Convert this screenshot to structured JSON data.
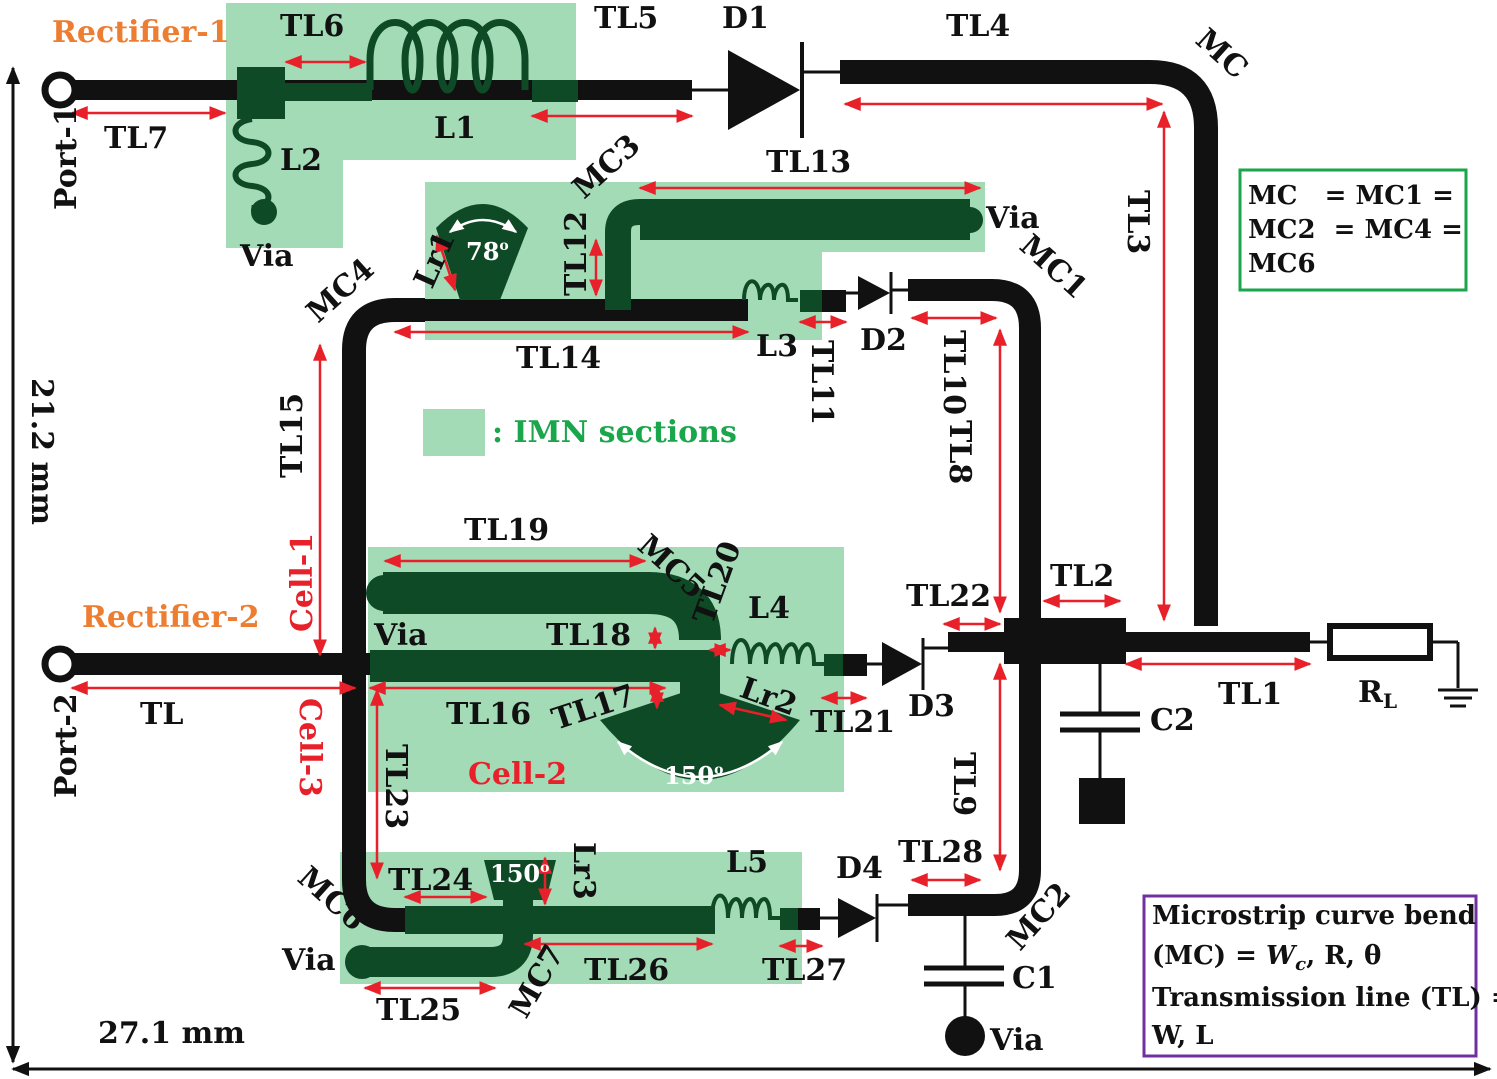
{
  "rectifiers": {
    "r1": "Rectifier-1",
    "r2": "Rectifier-2"
  },
  "ports": {
    "p1": "Port-1",
    "p2": "Port-2"
  },
  "dimensions": {
    "height": "21.2 mm",
    "width": "27.1 mm"
  },
  "legend": {
    "imn": ": IMN sections"
  },
  "equality_box": {
    "line1": "MC   = MC1 =",
    "line2": "MC2  = MC4 =",
    "line3": "MC6"
  },
  "def_box": {
    "line1": "Microstrip curve bend",
    "line2_a": "(MC) = ",
    "line2_b": "W",
    "line2_c": "c",
    "line2_d": ", R, θ",
    "line3": "Transmission line (TL) =",
    "line4": "W, L"
  },
  "cells": {
    "c1": "Cell-1",
    "c2": "Cell-2",
    "c3": "Cell-3"
  },
  "angles": {
    "a78": "78",
    "a150_cell2": "150",
    "a150_cell3": "150",
    "deg": "o"
  },
  "labels": {
    "TL1": "TL1",
    "TL2": "TL2",
    "TL3": "TL3",
    "TL4": "TL4",
    "TL5": "TL5",
    "TL6": "TL6",
    "TL7": "TL7",
    "TL8": "TL8",
    "TL9": "TL9",
    "TL10": "TL10",
    "TL11": "TL11",
    "TL12": "TL12",
    "TL13": "TL13",
    "TL14": "TL14",
    "TL15": "TL15",
    "TL16": "TL16",
    "TL17": "TL17",
    "TL18": "TL18",
    "TL19": "TL19",
    "TL20": "TL20",
    "TL21": "TL21",
    "TL22": "TL22",
    "TL23": "TL23",
    "TL24": "TL24",
    "TL25": "TL25",
    "TL26": "TL26",
    "TL27": "TL27",
    "TL28": "TL28",
    "TL": "TL",
    "MC": "MC",
    "MC1": "MC1",
    "MC2": "MC2",
    "MC3": "MC3",
    "MC4": "MC4",
    "MC5": "MC5",
    "MC6": "MC6",
    "MC7": "MC7",
    "D1": "D1",
    "D2": "D2",
    "D3": "D3",
    "D4": "D4",
    "L1": "L1",
    "L2": "L2",
    "L3": "L3",
    "L4": "L4",
    "L5": "L5",
    "C1": "C1",
    "C2": "C2",
    "RL": "R",
    "RL_sub": "L",
    "Lr1": "Lr1",
    "Lr2": "Lr2",
    "Lr3": "Lr3",
    "via": "Via"
  },
  "colors": {
    "trace": "#111111",
    "imn_fill": "#a3dbb7",
    "imn_trace": "#0e4a26",
    "dimension_arrow": "#e8202a",
    "rectifier_label": "#ed7d31",
    "imn_legend_text": "#1aa64b",
    "equality_box_border": "#1aa64b",
    "definition_box_border": "#7030a0"
  }
}
